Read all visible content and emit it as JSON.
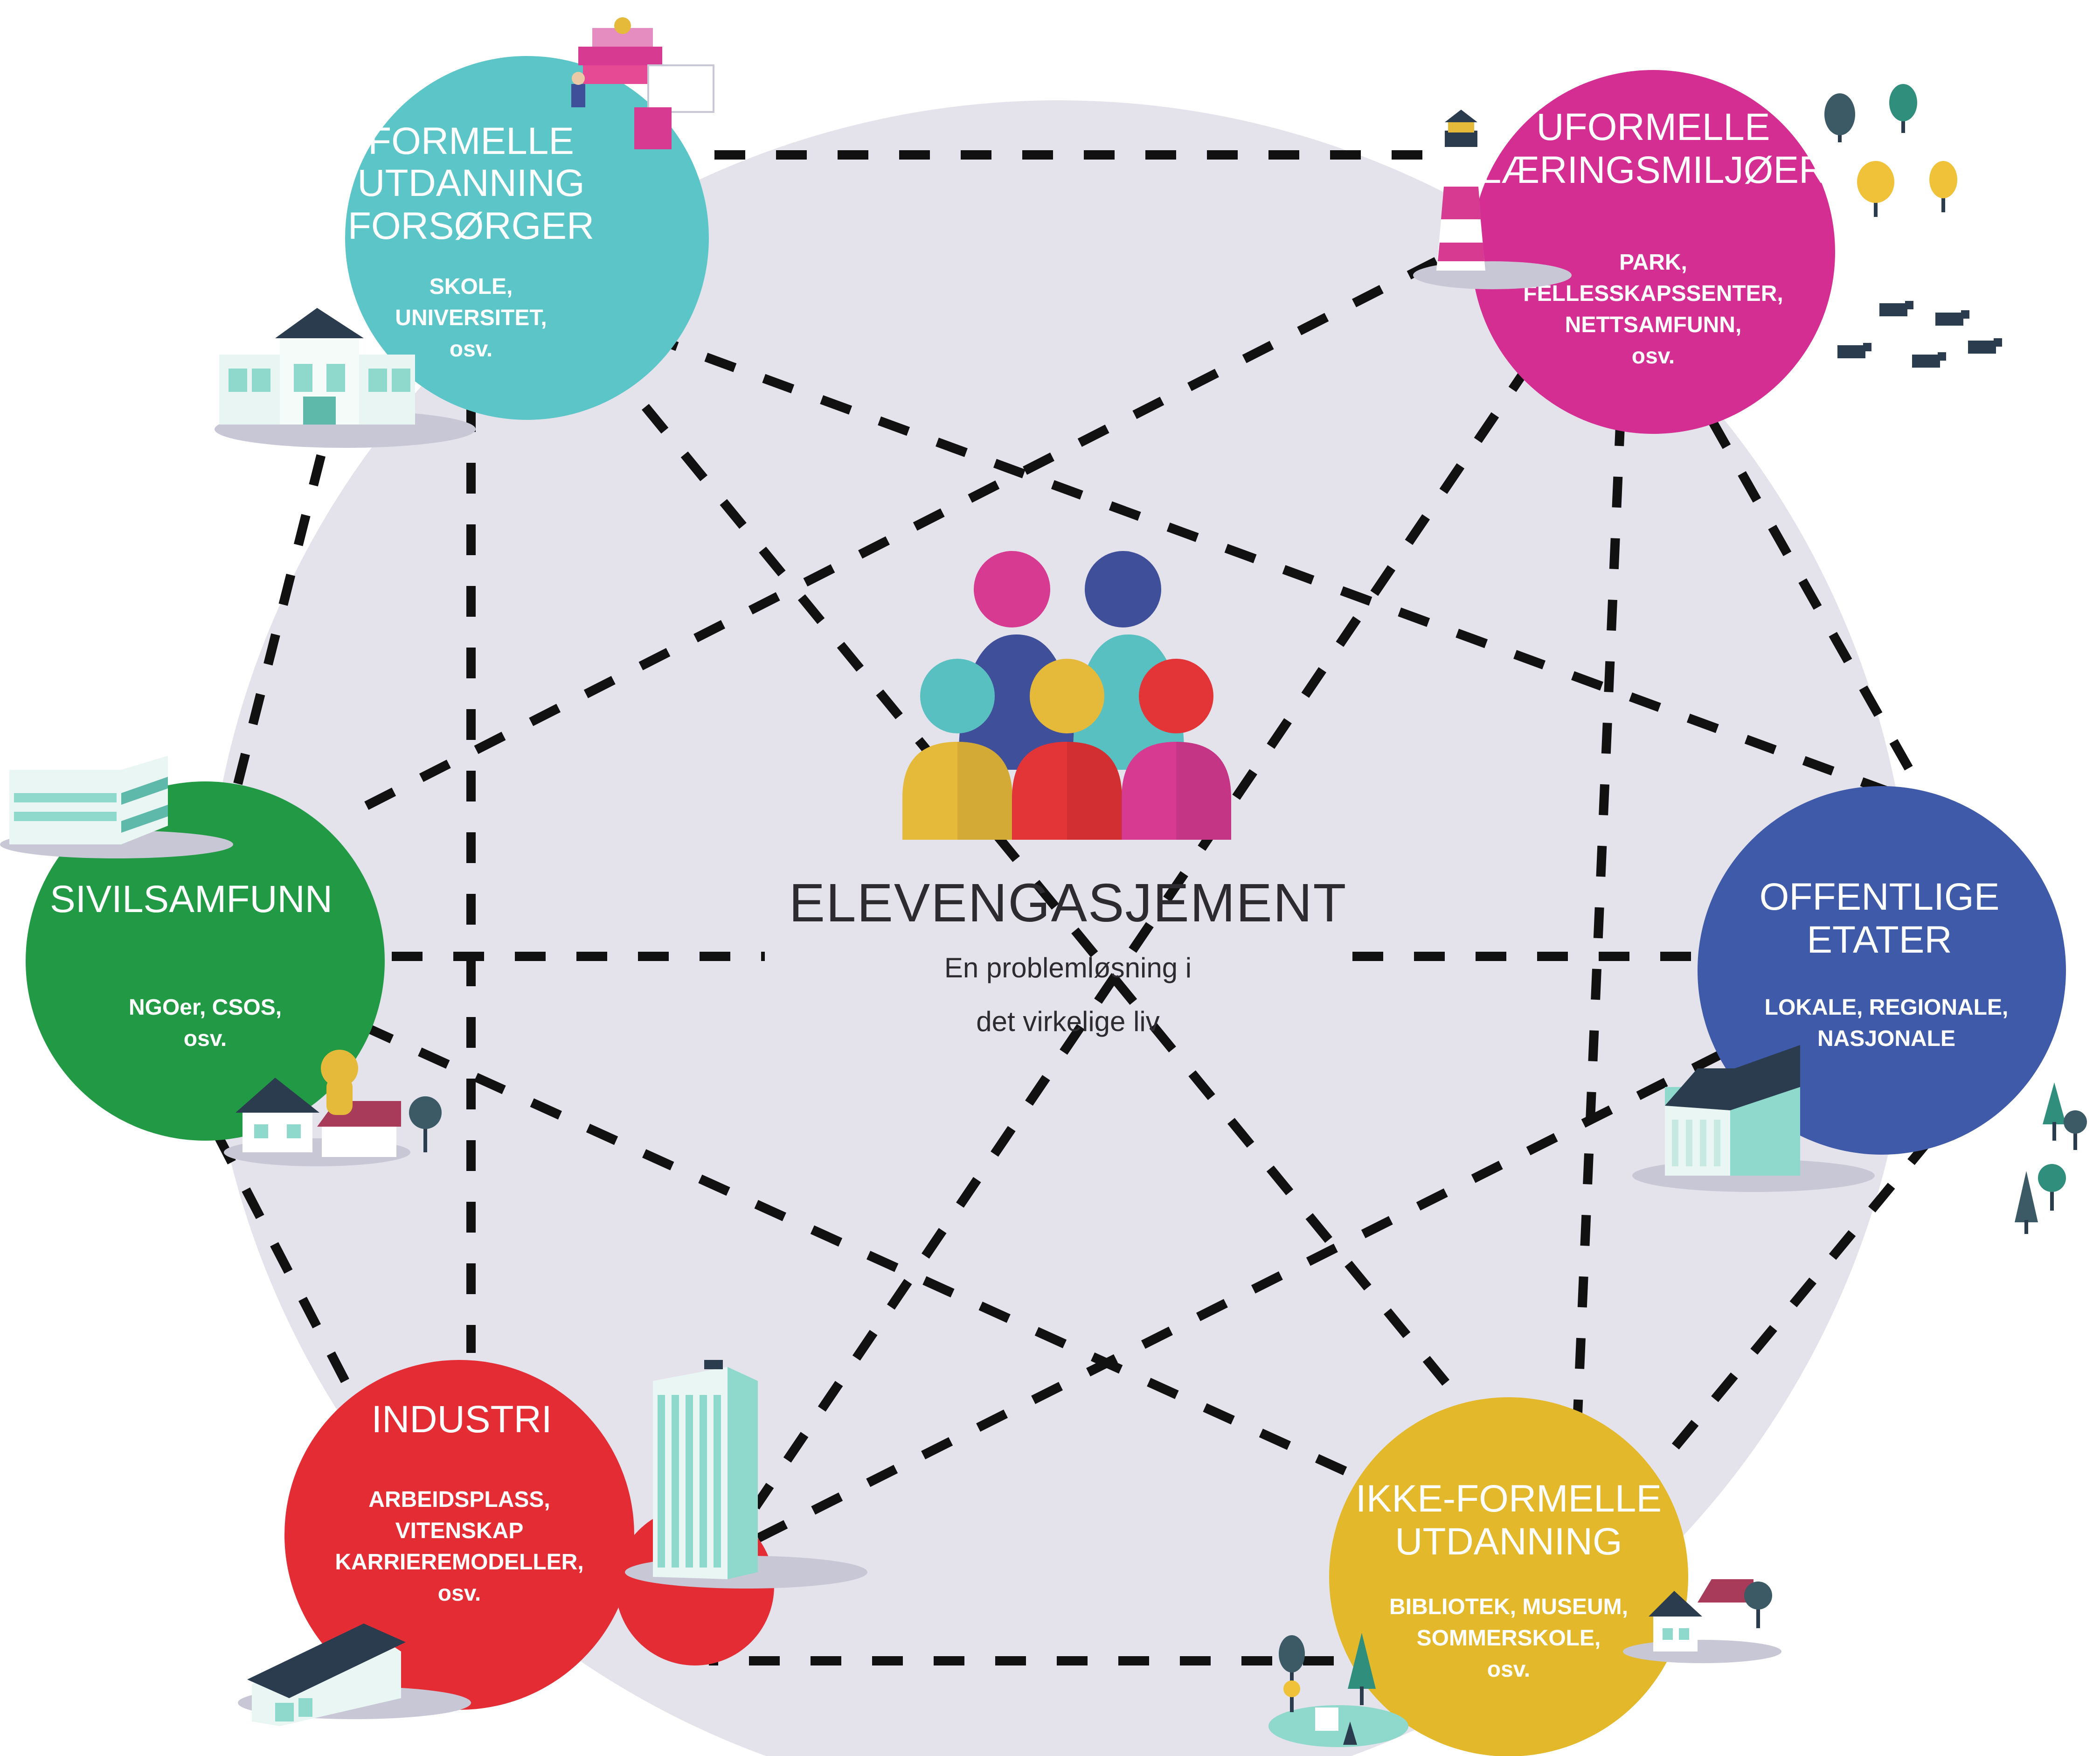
{
  "center": {
    "title": "ELEVENGASJEMENT",
    "line1": "En problemløsning i",
    "line2": "det virkelige liv"
  },
  "nodes": {
    "formal": {
      "title": [
        "FORMELLE",
        "UTDANNING",
        "FORSØRGER"
      ],
      "sub": [
        "SKOLE,",
        "UNIVERSITET,",
        "osv."
      ],
      "color": "#5bc5c8"
    },
    "informal": {
      "title": [
        "UFORMELLE",
        "LÆRINGSMILJØER"
      ],
      "sub": [
        "PARK,",
        "FELLESSKAPSSENTER,",
        "NETTSAMFUNN,",
        "osv."
      ],
      "color": "#d42e92"
    },
    "civil": {
      "title": [
        "SIVILSAMFUNN"
      ],
      "sub": [
        "NGOer, CSOS,",
        "osv."
      ],
      "color": "#229a45"
    },
    "public": {
      "title": [
        "OFFENTLIGE",
        "ETATER"
      ],
      "sub": [
        "LOKALE, REGIONALE,",
        "NASJONALE"
      ],
      "color": "#3f5aa8"
    },
    "industry": {
      "title": [
        "INDUSTRI"
      ],
      "sub": [
        "ARBEIDSPLASS,",
        "VITENSKAP",
        "KARRIEREMODELLER,",
        "osv."
      ],
      "color": "#e32c34"
    },
    "nonformal": {
      "title": [
        "IKKE-FORMELLE",
        "UTDANNING"
      ],
      "sub": [
        "BIBLIOTEK, MUSEUM,",
        "SOMMERSKOLE,",
        "osv."
      ],
      "color": "#e3b82b"
    }
  },
  "colors": {
    "background_disc": "#e4e3ec",
    "connector": "#111111",
    "people": [
      "#d63a91",
      "#3f4f9a",
      "#58c0c0",
      "#e5b93a",
      "#e33437"
    ]
  },
  "icons": [
    "school-building-icon",
    "books-stack-icon",
    "lighthouse-icon",
    "trees-icon",
    "cows-icon",
    "office-building-icon",
    "houses-icon",
    "government-building-icon",
    "skyscraper-icon",
    "warehouse-icon",
    "village-icon",
    "people-group-icon"
  ]
}
